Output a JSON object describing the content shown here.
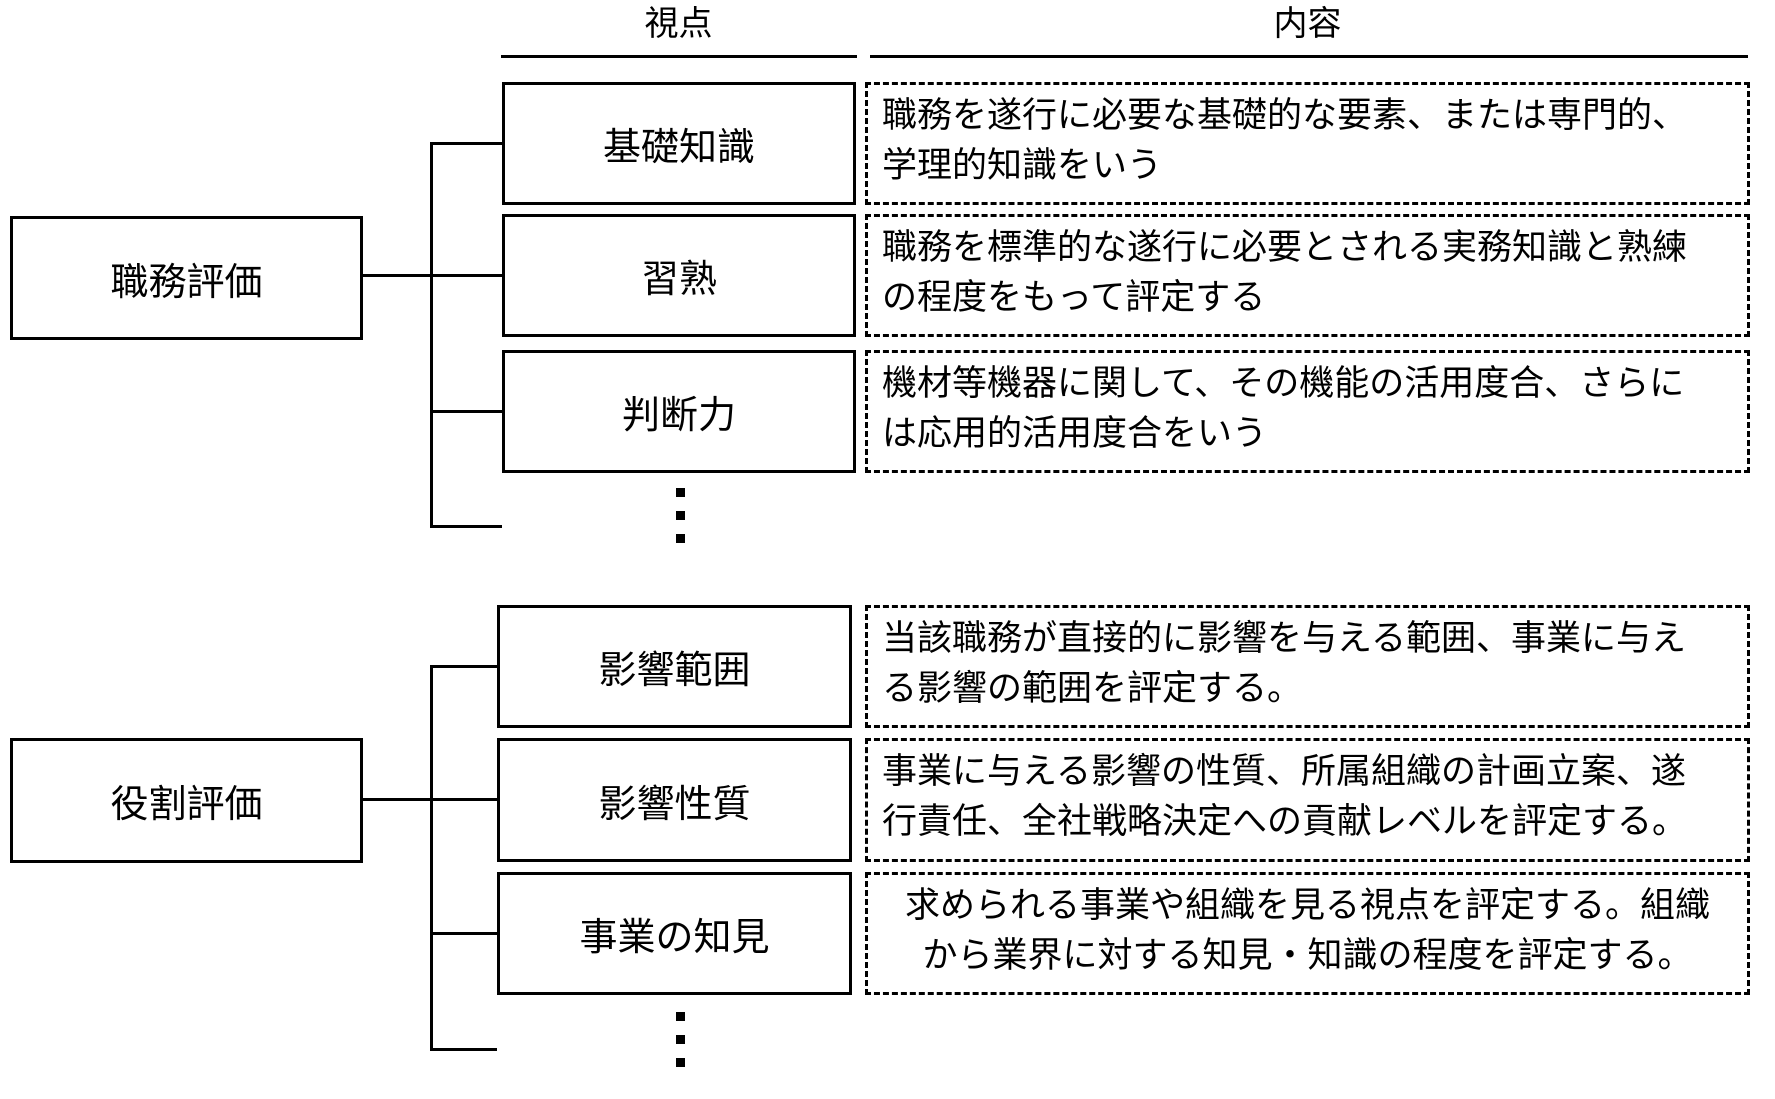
{
  "headers": {
    "viewpoint": "視点",
    "content": "内容"
  },
  "groups": [
    {
      "name": "職務評価",
      "rows": [
        {
          "viewpoint": "基礎知識",
          "content": "職務を遂行に必要な基礎的な要素、または専門的、\n学理的知識をいう"
        },
        {
          "viewpoint": "習熟",
          "content": "職務を標準的な遂行に必要とされる実務知識と熟練\nの程度をもって評定する"
        },
        {
          "viewpoint": "判断力",
          "content": "機材等機器に関して、その機能の活用度合、さらに\nは応用的活用度合をいう"
        }
      ],
      "continuation_icon": "vertical-ellipsis"
    },
    {
      "name": "役割評価",
      "rows": [
        {
          "viewpoint": "影響範囲",
          "content": "当該職務が直接的に影響を与える範囲、事業に与え\nる影響の範囲を評定する。"
        },
        {
          "viewpoint": "影響性質",
          "content": "事業に与える影響の性質、所属組織の計画立案、遂\n行責任、全社戦略決定への貢献レベルを評定する。"
        },
        {
          "viewpoint": "事業の知見",
          "content": "求められる事業や組織を見る視点を評定する。組織\nから業界に対する知見・知識の程度を評定する。"
        }
      ],
      "continuation_icon": "vertical-ellipsis"
    }
  ],
  "colors": {
    "line": "#000000",
    "text": "#000000",
    "background": "#ffffff"
  }
}
